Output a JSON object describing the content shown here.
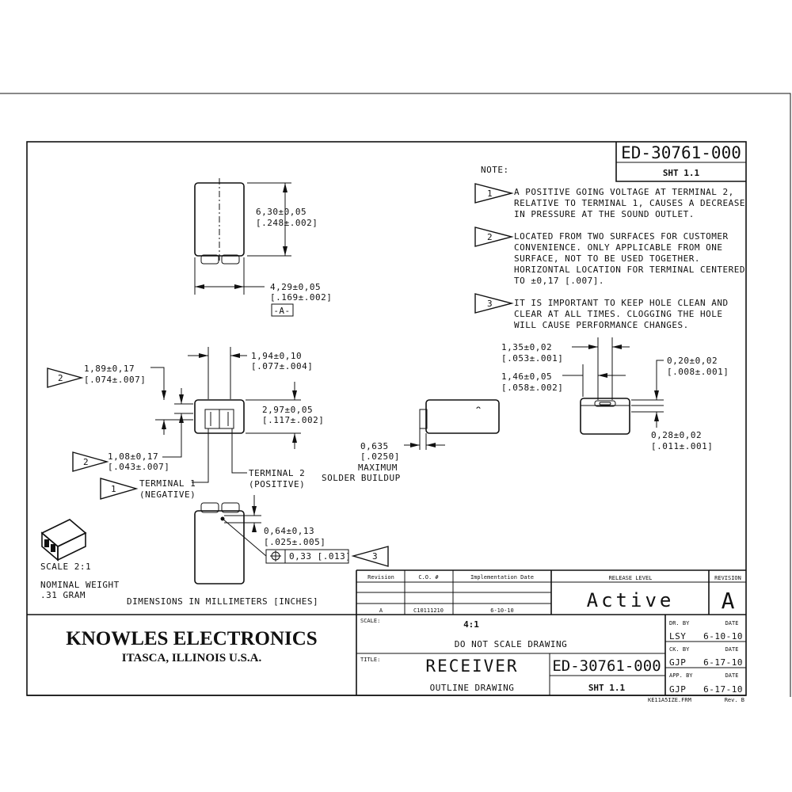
{
  "drawing": {
    "number": "ED-30761-000",
    "sheet": "SHT 1.1",
    "note_heading": "NOTE:",
    "notes": [
      {
        "flag": "1",
        "lines": [
          "A POSITIVE GOING VOLTAGE AT TERMINAL 2,",
          "RELATIVE TO TERMINAL 1, CAUSES A DECREASE",
          "IN PRESSURE AT THE SOUND OUTLET."
        ]
      },
      {
        "flag": "2",
        "lines": [
          "LOCATED FROM TWO SURFACES FOR CUSTOMER",
          "CONVENIENCE.  ONLY APPLICABLE FROM ONE",
          "SURFACE, NOT TO BE USED TOGETHER.",
          "HORIZONTAL LOCATION FOR TERMINAL CENTERED",
          "TO ±0,17 [.007]."
        ]
      },
      {
        "flag": "3",
        "lines": [
          "IT IS IMPORTANT TO KEEP HOLE CLEAN AND",
          "CLEAR AT ALL TIMES.  CLOGGING THE HOLE",
          "WILL CAUSE PERFORMANCE CHANGES."
        ]
      }
    ],
    "dimensions": {
      "height_mm": "6,30±0,05",
      "height_in": "[.248±.002]",
      "width_mm": "4,29±0,05",
      "width_in": "[.169±.002]",
      "datum": "-A-",
      "term_width_mm": "1,94±0,10",
      "term_width_in": "[.077±.004]",
      "top_offset_mm": "1,89±0,17",
      "top_offset_in": "[.074±.007]",
      "depth_mm": "2,97±0,05",
      "depth_in": "[.117±.002]",
      "side_offset_mm": "1,08±0,17",
      "side_offset_in": "[.043±.007]",
      "hole_mm": "0,64±0,13",
      "hole_in": "[.025±.005]",
      "position_tol": "0,33 [.013]",
      "solder_mm": "0,635",
      "solder_in": "[.0250]",
      "solder_note1": "MAXIMUM",
      "solder_note2": "SOLDER BUILDUP",
      "d135_mm": "1,35±0,02",
      "d135_in": "[.053±.001]",
      "d146_mm": "1,46±0,05",
      "d146_in": "[.058±.002]",
      "d020_mm": "0,20±0,02",
      "d020_in": "[.008±.001]",
      "d028_mm": "0,28±0,02",
      "d028_in": "[.011±.001]"
    },
    "terminal1_label": "TERMINAL 1",
    "terminal1_sub": "(NEGATIVE)",
    "terminal2_label": "TERMINAL 2",
    "terminal2_sub": "(POSITIVE)",
    "flag_labels": {
      "f1": "1",
      "f2a": "2",
      "f2b": "2",
      "f3": "3"
    },
    "scale_note": "SCALE  2:1",
    "weight_line1": "NOMINAL WEIGHT",
    "weight_line2": ".31 GRAM",
    "units_note": "DIMENSIONS IN MILLIMETERS [INCHES]"
  },
  "title_block": {
    "rev_headers": [
      "Revision",
      "C.O. #",
      "Implementation Date"
    ],
    "rev_row": [
      "A",
      "C10111210",
      "6-10-10"
    ],
    "release_header": "RELEASE LEVEL",
    "release_value": "Active",
    "revision_header": "REVISION",
    "revision_value": "A",
    "company": "KNOWLES ELECTRONICS",
    "location": "ITASCA, ILLINOIS U.S.A.",
    "scale_label": "SCALE:",
    "scale_value": "4:1",
    "no_scale": "DO NOT SCALE DRAWING",
    "title_label": "TITLE:",
    "title": "RECEIVER",
    "subtitle": "OUTLINE DRAWING",
    "number": "ED-30761-000",
    "sheet": "SHT 1.1",
    "dr_by_label": "DR. BY",
    "dr_by": "LSY",
    "dr_date": "6-10-10",
    "ck_by_label": "CK. BY",
    "ck_by": "GJP",
    "ck_date": "6-17-10",
    "app_by_label": "APP. BY",
    "app_by": "GJP",
    "app_date": "6-17-10",
    "date_label": "DATE",
    "footer_left": "KE11A5IZE.FRM",
    "footer_right": "Rev. B"
  }
}
